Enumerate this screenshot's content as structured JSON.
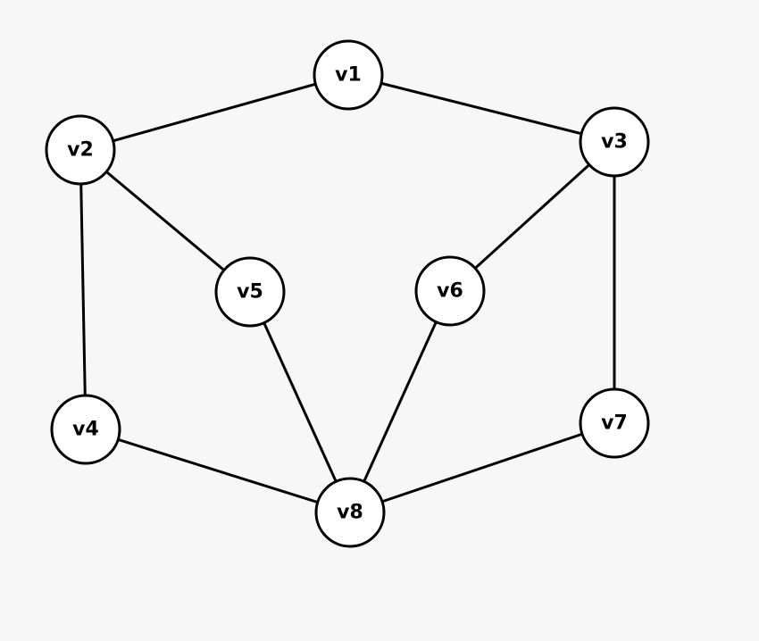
{
  "graph": {
    "nodes": [
      {
        "id": "v1",
        "label": "v1"
      },
      {
        "id": "v2",
        "label": "v2"
      },
      {
        "id": "v3",
        "label": "v3"
      },
      {
        "id": "v4",
        "label": "v4"
      },
      {
        "id": "v5",
        "label": "v5"
      },
      {
        "id": "v6",
        "label": "v6"
      },
      {
        "id": "v7",
        "label": "v7"
      },
      {
        "id": "v8",
        "label": "v8"
      }
    ],
    "edges": [
      [
        "v1",
        "v2"
      ],
      [
        "v1",
        "v3"
      ],
      [
        "v2",
        "v5"
      ],
      [
        "v2",
        "v4"
      ],
      [
        "v3",
        "v6"
      ],
      [
        "v3",
        "v7"
      ],
      [
        "v5",
        "v8"
      ],
      [
        "v6",
        "v8"
      ],
      [
        "v4",
        "v8"
      ],
      [
        "v7",
        "v8"
      ]
    ]
  },
  "colors": {
    "background": "#f7f7f7",
    "node_fill": "#ffffff",
    "stroke": "#000000",
    "text": "#000000"
  }
}
